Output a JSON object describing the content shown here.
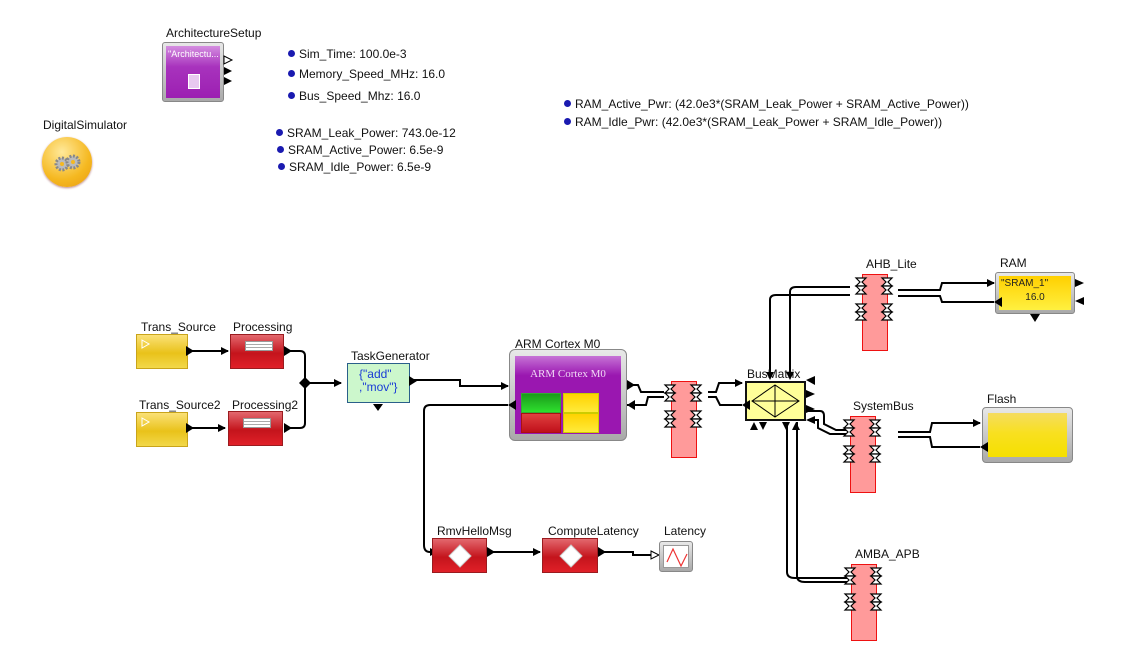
{
  "top_blocks": {
    "architecture_setup": {
      "label": "ArchitectureSetup",
      "inner_text": "\"Architectu..."
    },
    "digital_simulator": {
      "label": "DigitalSimulator"
    }
  },
  "parameters": {
    "group1": [
      {
        "text": "Sim_Time: 100.0e-3"
      },
      {
        "text": "Memory_Speed_MHz: 16.0"
      },
      {
        "text": "Bus_Speed_Mhz: 16.0"
      }
    ],
    "group2": [
      {
        "text": "SRAM_Leak_Power: 743.0e-12"
      },
      {
        "text": "SRAM_Active_Power: 6.5e-9"
      },
      {
        "text": "SRAM_Idle_Power: 6.5e-9"
      }
    ],
    "group3": [
      {
        "text": "RAM_Active_Pwr: (42.0e3*(SRAM_Leak_Power + SRAM_Active_Power))"
      },
      {
        "text": "RAM_Idle_Pwr: (42.0e3*(SRAM_Leak_Power + SRAM_Idle_Power))"
      }
    ]
  },
  "blocks": {
    "trans_source": {
      "label": "Trans_Source"
    },
    "trans_source2": {
      "label": "Trans_Source2"
    },
    "processing": {
      "label": "Processing"
    },
    "processing2": {
      "label": "Processing2"
    },
    "task_generator": {
      "label": "TaskGenerator",
      "line1": "{\"add\"",
      "line2": ",\"mov\"}"
    },
    "arm_cortex": {
      "label": "ARM Cortex M0",
      "inner_text": "ARM Cortex M0"
    },
    "bus_matrix": {
      "label": "BusMatrix"
    },
    "ahb_lite": {
      "label": "AHB_Lite"
    },
    "ram": {
      "label": "RAM",
      "line1": "\"SRAM_1\"",
      "line2": "16.0"
    },
    "system_bus": {
      "label": "SystemBus"
    },
    "flash": {
      "label": "Flash"
    },
    "amba_apb": {
      "label": "AMBA_APB"
    },
    "rmv_hello_msg": {
      "label": "RmvHelloMsg"
    },
    "compute_latency": {
      "label": "ComputeLatency"
    },
    "latency": {
      "label": "Latency"
    }
  },
  "colors": {
    "wire": "#000000",
    "param_bullet": "#1a1ab0",
    "task_text": "#1a3cd6",
    "bus_fill": "#ff9a9a",
    "bus_border": "#ee1111"
  }
}
